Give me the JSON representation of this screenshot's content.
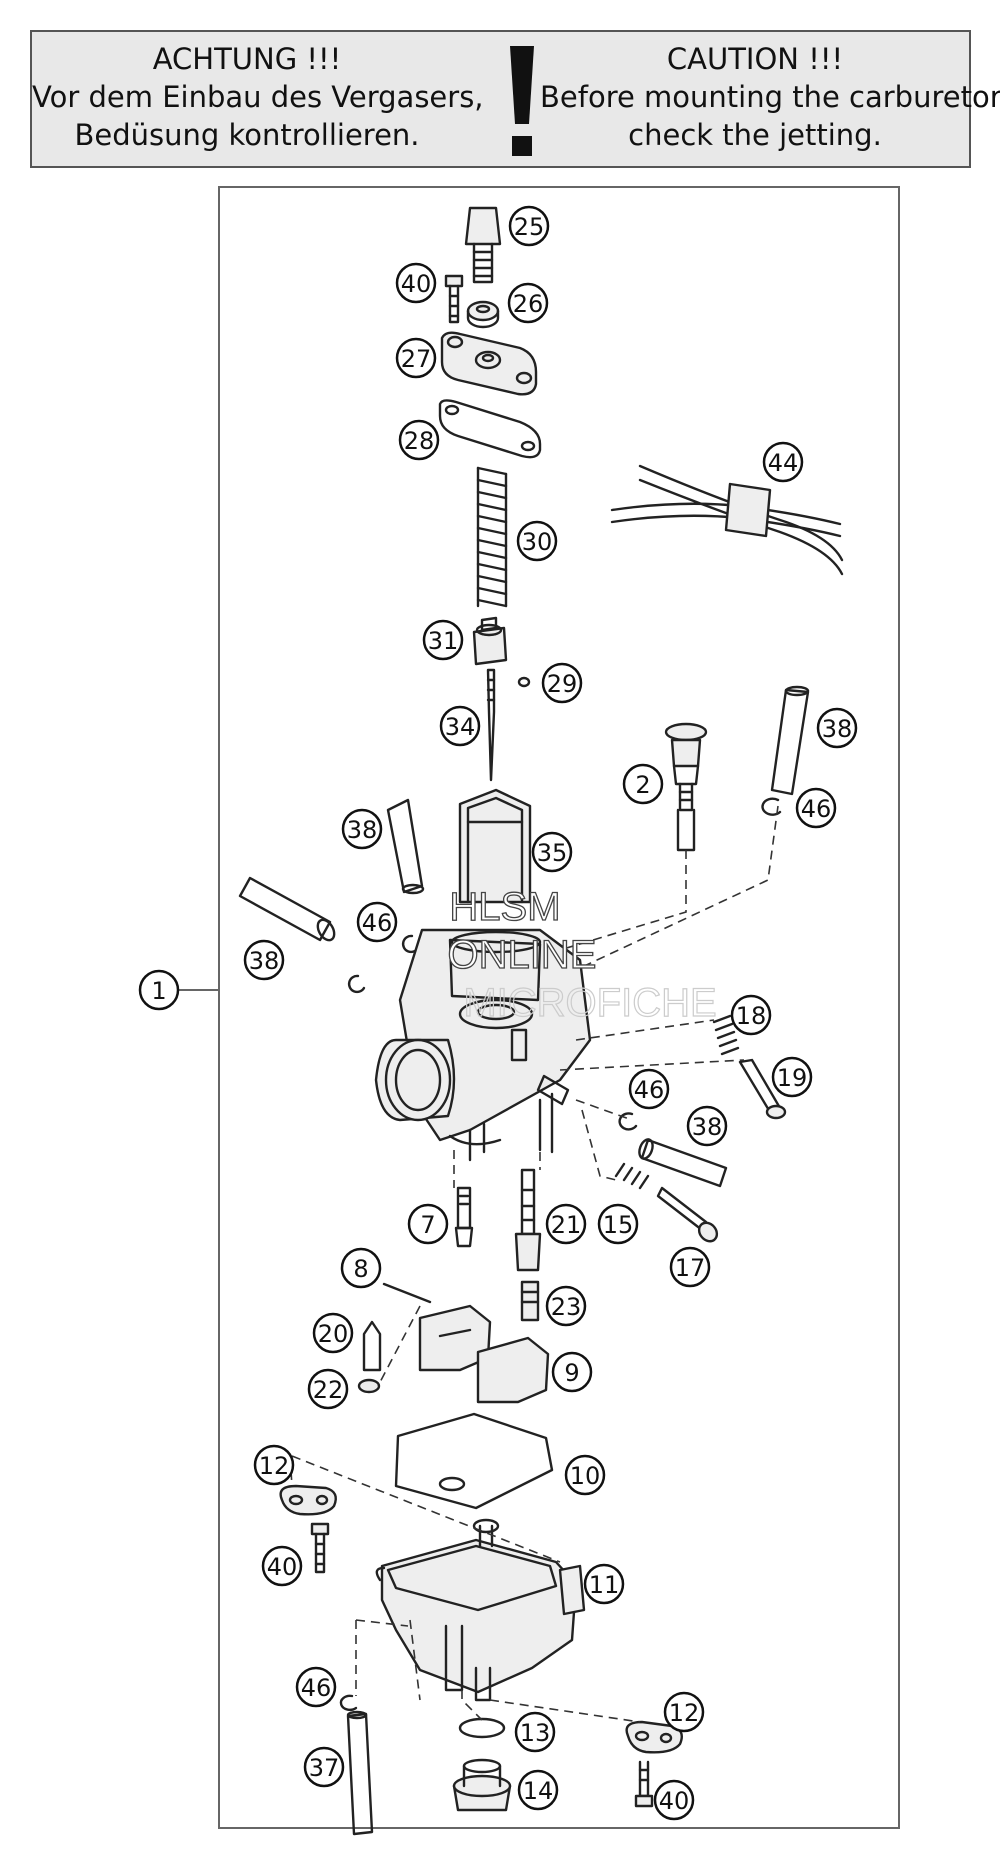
{
  "banner": {
    "german": {
      "heading": "ACHTUNG !!!",
      "line1": "Vor dem Einbau des Vergasers,",
      "line2": "Bedüsung kontrollieren."
    },
    "english": {
      "heading": "CAUTION !!!",
      "line1": "Before mounting the carburetor,",
      "line2": "check the jetting."
    },
    "icon": "exclamation-icon"
  },
  "watermark": {
    "line1": "HLSM",
    "line2": "ONLINE",
    "line3": "MICROFICHE"
  },
  "callouts": {
    "c1": "1",
    "c2": "2",
    "c7": "7",
    "c8": "8",
    "c9": "9",
    "c10": "10",
    "c11": "11",
    "c12a": "12",
    "c12b": "12",
    "c13": "13",
    "c14": "14",
    "c15": "15",
    "c17": "17",
    "c18": "18",
    "c19": "19",
    "c20": "20",
    "c21": "21",
    "c22": "22",
    "c23": "23",
    "c25": "25",
    "c26": "26",
    "c27": "27",
    "c28": "28",
    "c29": "29",
    "c30": "30",
    "c31": "31",
    "c34": "34",
    "c35": "35",
    "c37": "37",
    "c38a": "38",
    "c38b": "38",
    "c38c": "38",
    "c38d": "38",
    "c40a": "40",
    "c40b": "40",
    "c40c": "40",
    "c44": "44",
    "c46a": "46",
    "c46b": "46",
    "c46c": "46",
    "c46d": "46"
  }
}
